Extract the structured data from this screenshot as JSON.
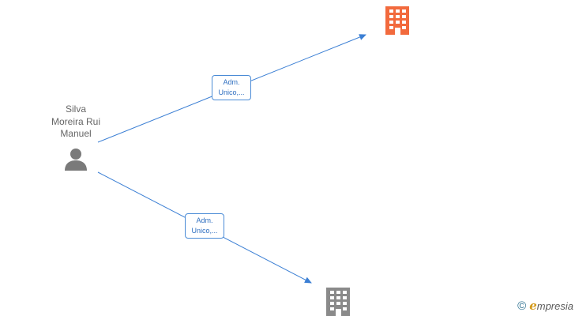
{
  "person": {
    "name_lines": [
      "Silva",
      "Moreira Rui",
      "Manuel"
    ],
    "icon": "person-icon"
  },
  "edges": [
    {
      "label_lines": [
        "Adm.",
        "Unico,..."
      ],
      "target": "company-1"
    },
    {
      "label_lines": [
        "Adm.",
        "Unico,..."
      ],
      "target": "company-2"
    }
  ],
  "companies": [
    {
      "icon": "building-icon",
      "color": "#f26a3d"
    },
    {
      "icon": "building-icon",
      "color": "#8a8a8a"
    }
  ],
  "colors": {
    "edge": "#3b7fd4",
    "person": "#7a7a7a",
    "text": "#666666"
  },
  "brand": {
    "copyright": "©",
    "initial": "e",
    "name": "mpresia"
  }
}
